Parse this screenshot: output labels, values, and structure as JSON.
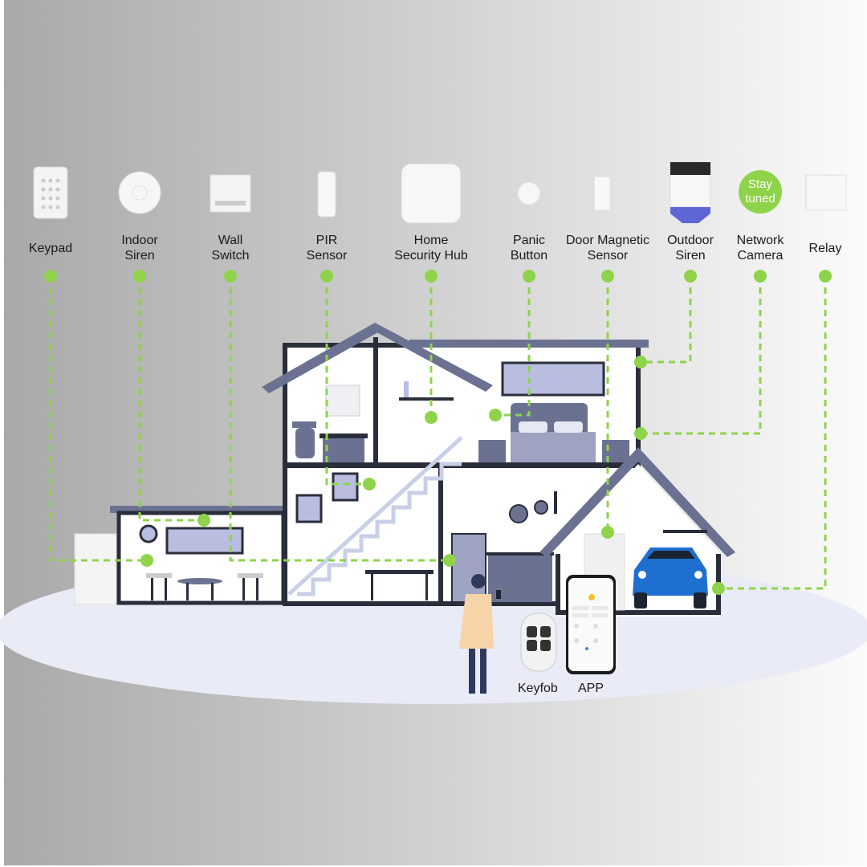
{
  "devices": [
    {
      "label": "Keypad"
    },
    {
      "label": "Indoor Siren"
    },
    {
      "label": "Wall Switch"
    },
    {
      "label": "PIR Sensor"
    },
    {
      "label": "Home Security Hub"
    },
    {
      "label": "Panic Button"
    },
    {
      "label": "Door Magnetic Sensor"
    },
    {
      "label": "Outdoor Siren"
    },
    {
      "label": "Network Camera",
      "badge": "Stay tuned"
    },
    {
      "label": "Relay"
    }
  ],
  "bottom": {
    "keyfob": "Keyfob",
    "app": "APP"
  },
  "colors": {
    "accent": "#8ed34a",
    "house": "#6b7291",
    "outline": "#2a2e3b",
    "floor": "#e9ebf7"
  }
}
